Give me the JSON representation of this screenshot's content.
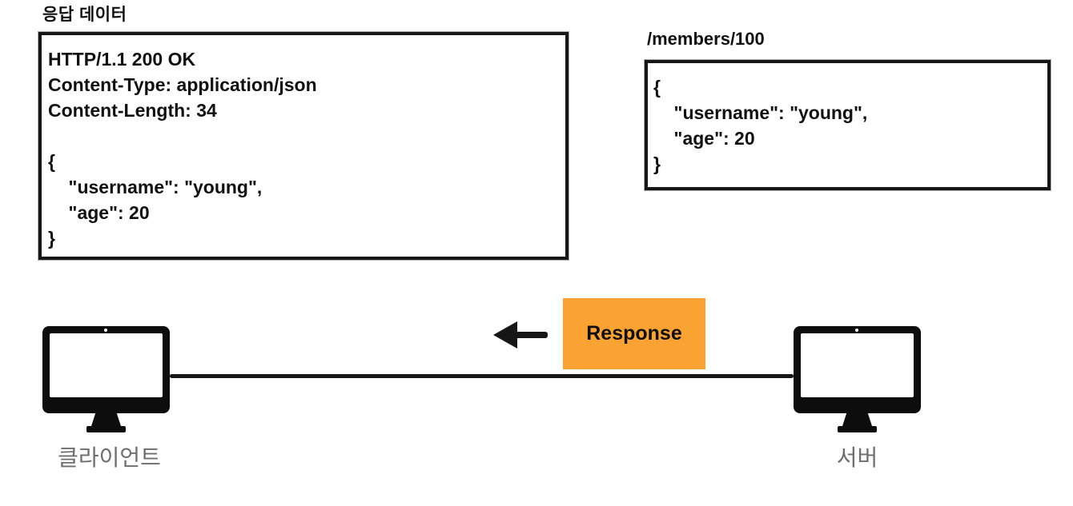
{
  "colors": {
    "ink": "#161616",
    "response_orange": "#FAA332",
    "label_gray": "#6e6e6e",
    "background": "#ffffff"
  },
  "response_panel": {
    "title": "응답 데이터",
    "lines": [
      "HTTP/1.1 200 OK",
      "Content-Type: application/json",
      "Content-Length: 34",
      "",
      "{",
      "    \"username\": \"young\",",
      "    \"age\": 20",
      "}"
    ]
  },
  "resource_panel": {
    "title": "/members/100",
    "lines": [
      "{",
      "    \"username\": \"young\",",
      "    \"age\": 20",
      "}"
    ]
  },
  "flow": {
    "label": "Response",
    "direction": "left",
    "client_label": "클라이언트",
    "server_label": "서버"
  },
  "icons": {
    "client": "desktop-monitor-icon",
    "server": "desktop-monitor-icon",
    "arrow": "arrow-left-icon"
  }
}
